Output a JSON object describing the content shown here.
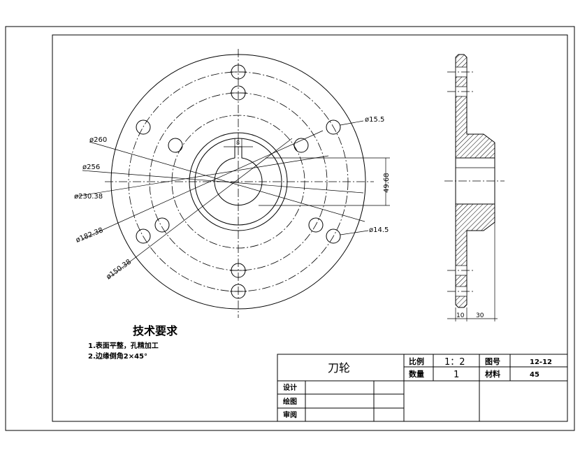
{
  "dimensions": {
    "d260": "ø260",
    "d256": "ø256",
    "d230": "ø230.38",
    "d182": "ø182.38",
    "d150": "ø150.38",
    "d15_5": "ø15.5",
    "d14_5": "ø14.5",
    "key_width": "8",
    "bore_height": "49.68",
    "thickness_a": "10",
    "thickness_b": "30"
  },
  "tech": {
    "title": "技术要求",
    "item1": "1.表面平整，孔精加工",
    "item2": "2.边缘倒角2×45°"
  },
  "title_block": {
    "part_name": "刀轮",
    "scale_label": "比例",
    "scale_value": "1：2",
    "drawing_no_label": "图号",
    "drawing_no_value": "12-12",
    "qty_label": "数量",
    "qty_value": "1",
    "material_label": "材料",
    "material_value": "45",
    "design_label": "设计",
    "draw_label": "绘图",
    "review_label": "审阅"
  }
}
